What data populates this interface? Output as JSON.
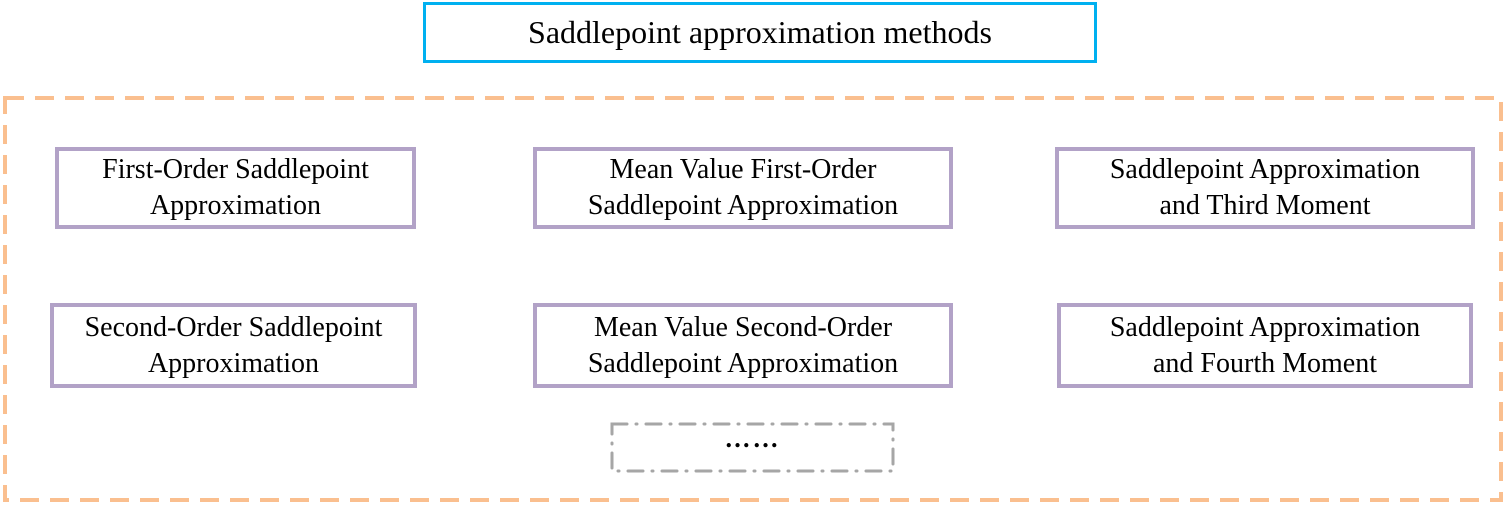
{
  "title": {
    "label": "Saddlepoint approximation methods"
  },
  "methods": [
    {
      "line1": "First-Order Saddlepoint",
      "line2": "Approximation"
    },
    {
      "line1": "Mean Value First-Order",
      "line2": "Saddlepoint Approximation"
    },
    {
      "line1": "Saddlepoint Approximation",
      "line2": "and Third Moment"
    },
    {
      "line1": "Second-Order Saddlepoint",
      "line2": "Approximation"
    },
    {
      "line1": "Mean Value Second-Order",
      "line2": "Saddlepoint Approximation"
    },
    {
      "line1": "Saddlepoint Approximation",
      "line2": "and Fourth Moment"
    }
  ],
  "more": {
    "label": "……"
  },
  "colors": {
    "title_border": "#00B0F0",
    "container_border": "#FABF8F",
    "method_box_border": "#B2A2C7",
    "more_box_border": "#A6A6A6",
    "text": "#000000"
  }
}
